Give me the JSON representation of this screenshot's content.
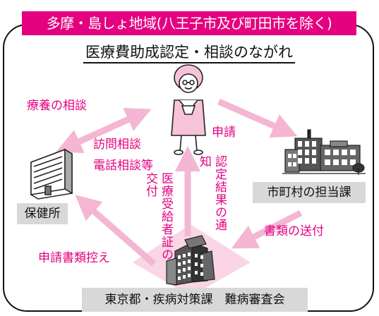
{
  "banner": "多摩・島しょ地域(八王子市及び町田市を除く)",
  "subtitle": "医療費助成認定・相談のながれ",
  "edges": {
    "ryoyo_sodan": "療養の相談",
    "homon_denwa": "訪問相談\n電話相談等",
    "shinsei": "申請",
    "shorui_sofu": "書類の送付",
    "shinsei_hikae": "申請書類控え",
    "jukyu_kofu": "医療受給者証の交付",
    "nintei_tsuchi": "認定結果の通知"
  },
  "nodes": {
    "hokenjo": "保健所",
    "shichoson": "市町村の担当課",
    "tokyo": "東京都・疾病対策課　難病審査会"
  },
  "colors": {
    "accent": "#e4007f",
    "arrow": "#f4b6d2",
    "label_bg": "#d8d8d8"
  }
}
